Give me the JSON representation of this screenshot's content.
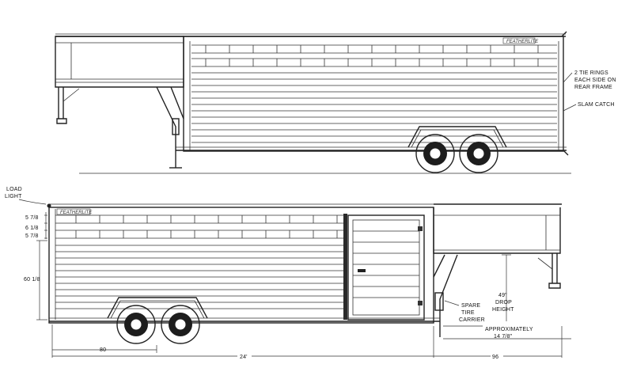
{
  "brand": "FEATHERLITE",
  "side_view": {
    "callout_tie_rings": [
      "2 TIE RINGS",
      "EACH SIDE ON",
      "REAR FRAME"
    ],
    "callout_slam_catch": "SLAM CATCH"
  },
  "plan_view": {
    "callout_load_light": [
      "LOAD",
      "LIGHT"
    ],
    "dims_left": [
      "5 7/8",
      "6 1/8",
      "5 7/8"
    ],
    "dim_height": "60 1/8",
    "callout_spare_tire": [
      "SPARE",
      "TIRE",
      "CARRIER"
    ],
    "drop_height": [
      "49\"",
      "DROP",
      "HEIGHT"
    ],
    "approx": [
      "APPROXIMATELY",
      "14 7/8\""
    ],
    "dim_80": "80",
    "dim_24": "24'",
    "dim_96": "96"
  }
}
